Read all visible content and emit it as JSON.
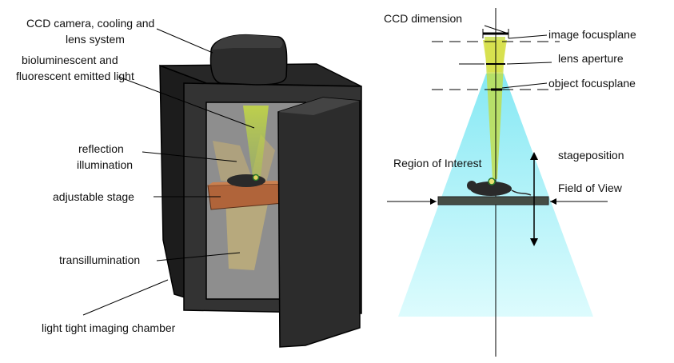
{
  "left_panel": {
    "labels": {
      "camera_line1": "CCD camera, cooling and",
      "camera_line2": "lens system",
      "emitted_line1": "bioluminescent and",
      "emitted_line2": "fluorescent emitted light",
      "reflection_line1": "reflection",
      "reflection_line2": "illumination",
      "stage": "adjustable stage",
      "transillumination": "transillumination",
      "chamber": "light tight imaging chamber"
    }
  },
  "right_panel": {
    "labels": {
      "ccd_dimension": "CCD dimension",
      "image_focusplane": "image focusplane",
      "lens_aperture": "lens aperture",
      "object_focusplane": "object focusplane",
      "stageposition": "stageposition",
      "region_of_interest": "Region of Interest",
      "field_of_view": "Field of View"
    }
  },
  "colors": {
    "chamber": "#2f2f2f",
    "chamber_dark": "#1c1c1c",
    "window": "#8c8c8c",
    "emitted_light": "#b9d63a",
    "stage": "#b0643a",
    "tan_light": "#d8c070",
    "cone": "#9df0f8",
    "stage_plate": "#454d45",
    "roi": "#e8e070"
  }
}
